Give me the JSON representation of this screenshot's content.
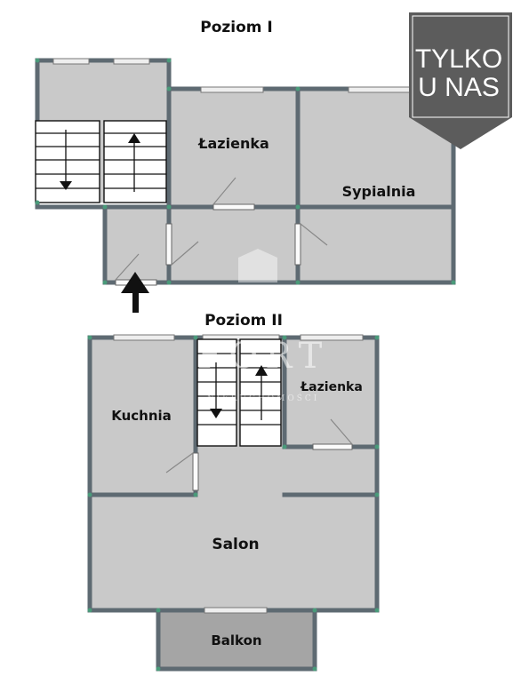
{
  "levels": {
    "level_1": {
      "title": "Poziom I"
    },
    "level_2": {
      "title": "Poziom II"
    }
  },
  "rooms": {
    "lazienka_1": "Łazienka",
    "sypialnia": "Sypialnia",
    "kuchnia": "Kuchnia",
    "lazienka_2": "Łazienka",
    "salon": "Salon",
    "balkon": "Balkon"
  },
  "badge": {
    "line1": "TYLKO",
    "line2": "U NAS",
    "color": "#5c5c5c"
  },
  "watermark": {
    "text": "FORT",
    "subtitle": "NIERUCHOMOŚCI"
  },
  "colors": {
    "room_fill": "#c9c9c9",
    "wall": "#5e6a72",
    "balcony_fill": "#a5a5a5"
  }
}
